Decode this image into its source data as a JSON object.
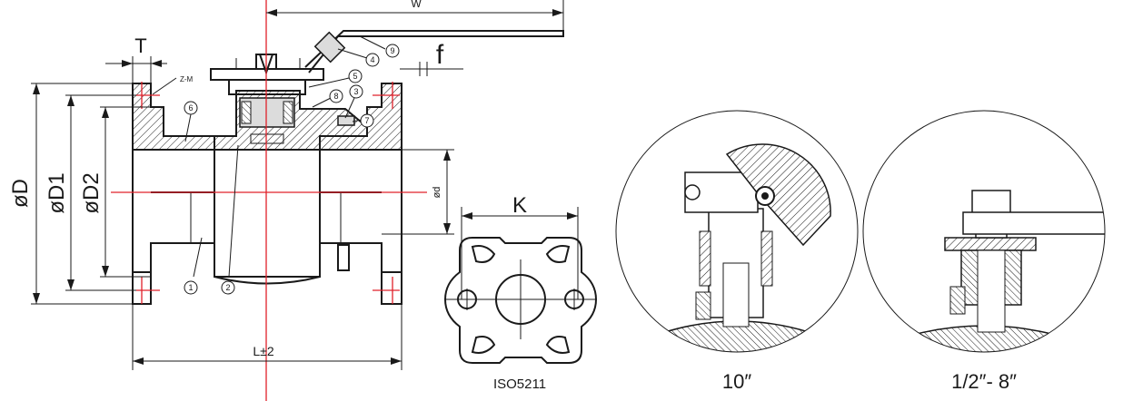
{
  "dimensions": {
    "W": "W",
    "T": "T",
    "f": "f",
    "ZM": "Z-M",
    "D": "øD",
    "D1": "øD1",
    "D2": "øD2",
    "d": "ød",
    "L": "L±2",
    "K": "K"
  },
  "callouts": {
    "c1": "1",
    "c2": "2",
    "c3": "3",
    "c4": "4",
    "c5": "5",
    "c6": "6",
    "c7": "7",
    "c8": "8",
    "c9": "9"
  },
  "captions": {
    "iso": "ISO5211",
    "size_large": "10″",
    "size_small": "1/2″- 8″"
  }
}
